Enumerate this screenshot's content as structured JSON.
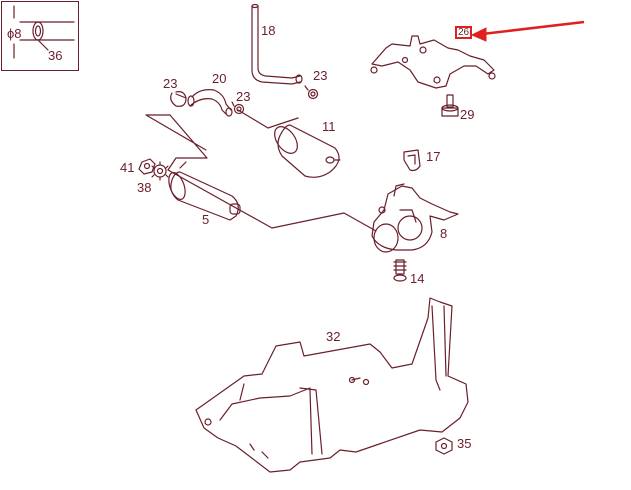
{
  "legend": {
    "diameter": "ϕ8",
    "length": "36"
  },
  "highlight": {
    "label": "26",
    "color": "#e02020"
  },
  "line_color": "#6b1f2a",
  "parts": {
    "p18": "18",
    "p23a": "23",
    "p20": "20",
    "p23b": "23",
    "p23c": "23",
    "p11": "11",
    "p29": "29",
    "p17": "17",
    "p41": "41",
    "p38": "38",
    "p5": "5",
    "p8": "8",
    "p14": "14",
    "p32": "32",
    "p35": "35"
  }
}
